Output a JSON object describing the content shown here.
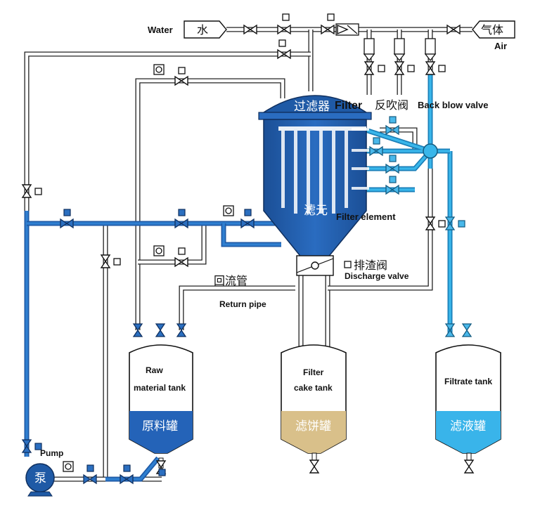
{
  "labels": {
    "water_en": "Water",
    "water_cn": "水",
    "air_cn": "气体",
    "air_en": "Air",
    "filter_cn": "过滤器",
    "filter_en": "Filter",
    "backblow_cn": "反吹阀",
    "backblow_en": "Back blow valve",
    "element_cn": "滤元",
    "element_en": "Filter element",
    "discharge_cn": "排渣阀",
    "discharge_en": "Discharge valve",
    "return_cn": "回流管",
    "return_en": "Return pipe",
    "pump_en": "Pump",
    "pump_cn": "泵"
  },
  "tanks": {
    "raw": {
      "en_line1": "Raw",
      "en_line2": "material tank",
      "cn": "原料罐",
      "color": "#2463b8"
    },
    "cake": {
      "en_line1": "Filter",
      "en_line2": "cake tank",
      "cn": "滤饼罐",
      "color": "#d9c08a"
    },
    "filtrate": {
      "en_line1": "Filtrate tank",
      "cn": "滤液罐",
      "color": "#39b4ea"
    }
  },
  "colors": {
    "vessel": "#1f5aa6",
    "vessel_light": "#3a7fd0",
    "pipe_dark": "#222222",
    "feed_blue": "#1f5aa6",
    "filtrate_cyan": "#39b6ea"
  }
}
